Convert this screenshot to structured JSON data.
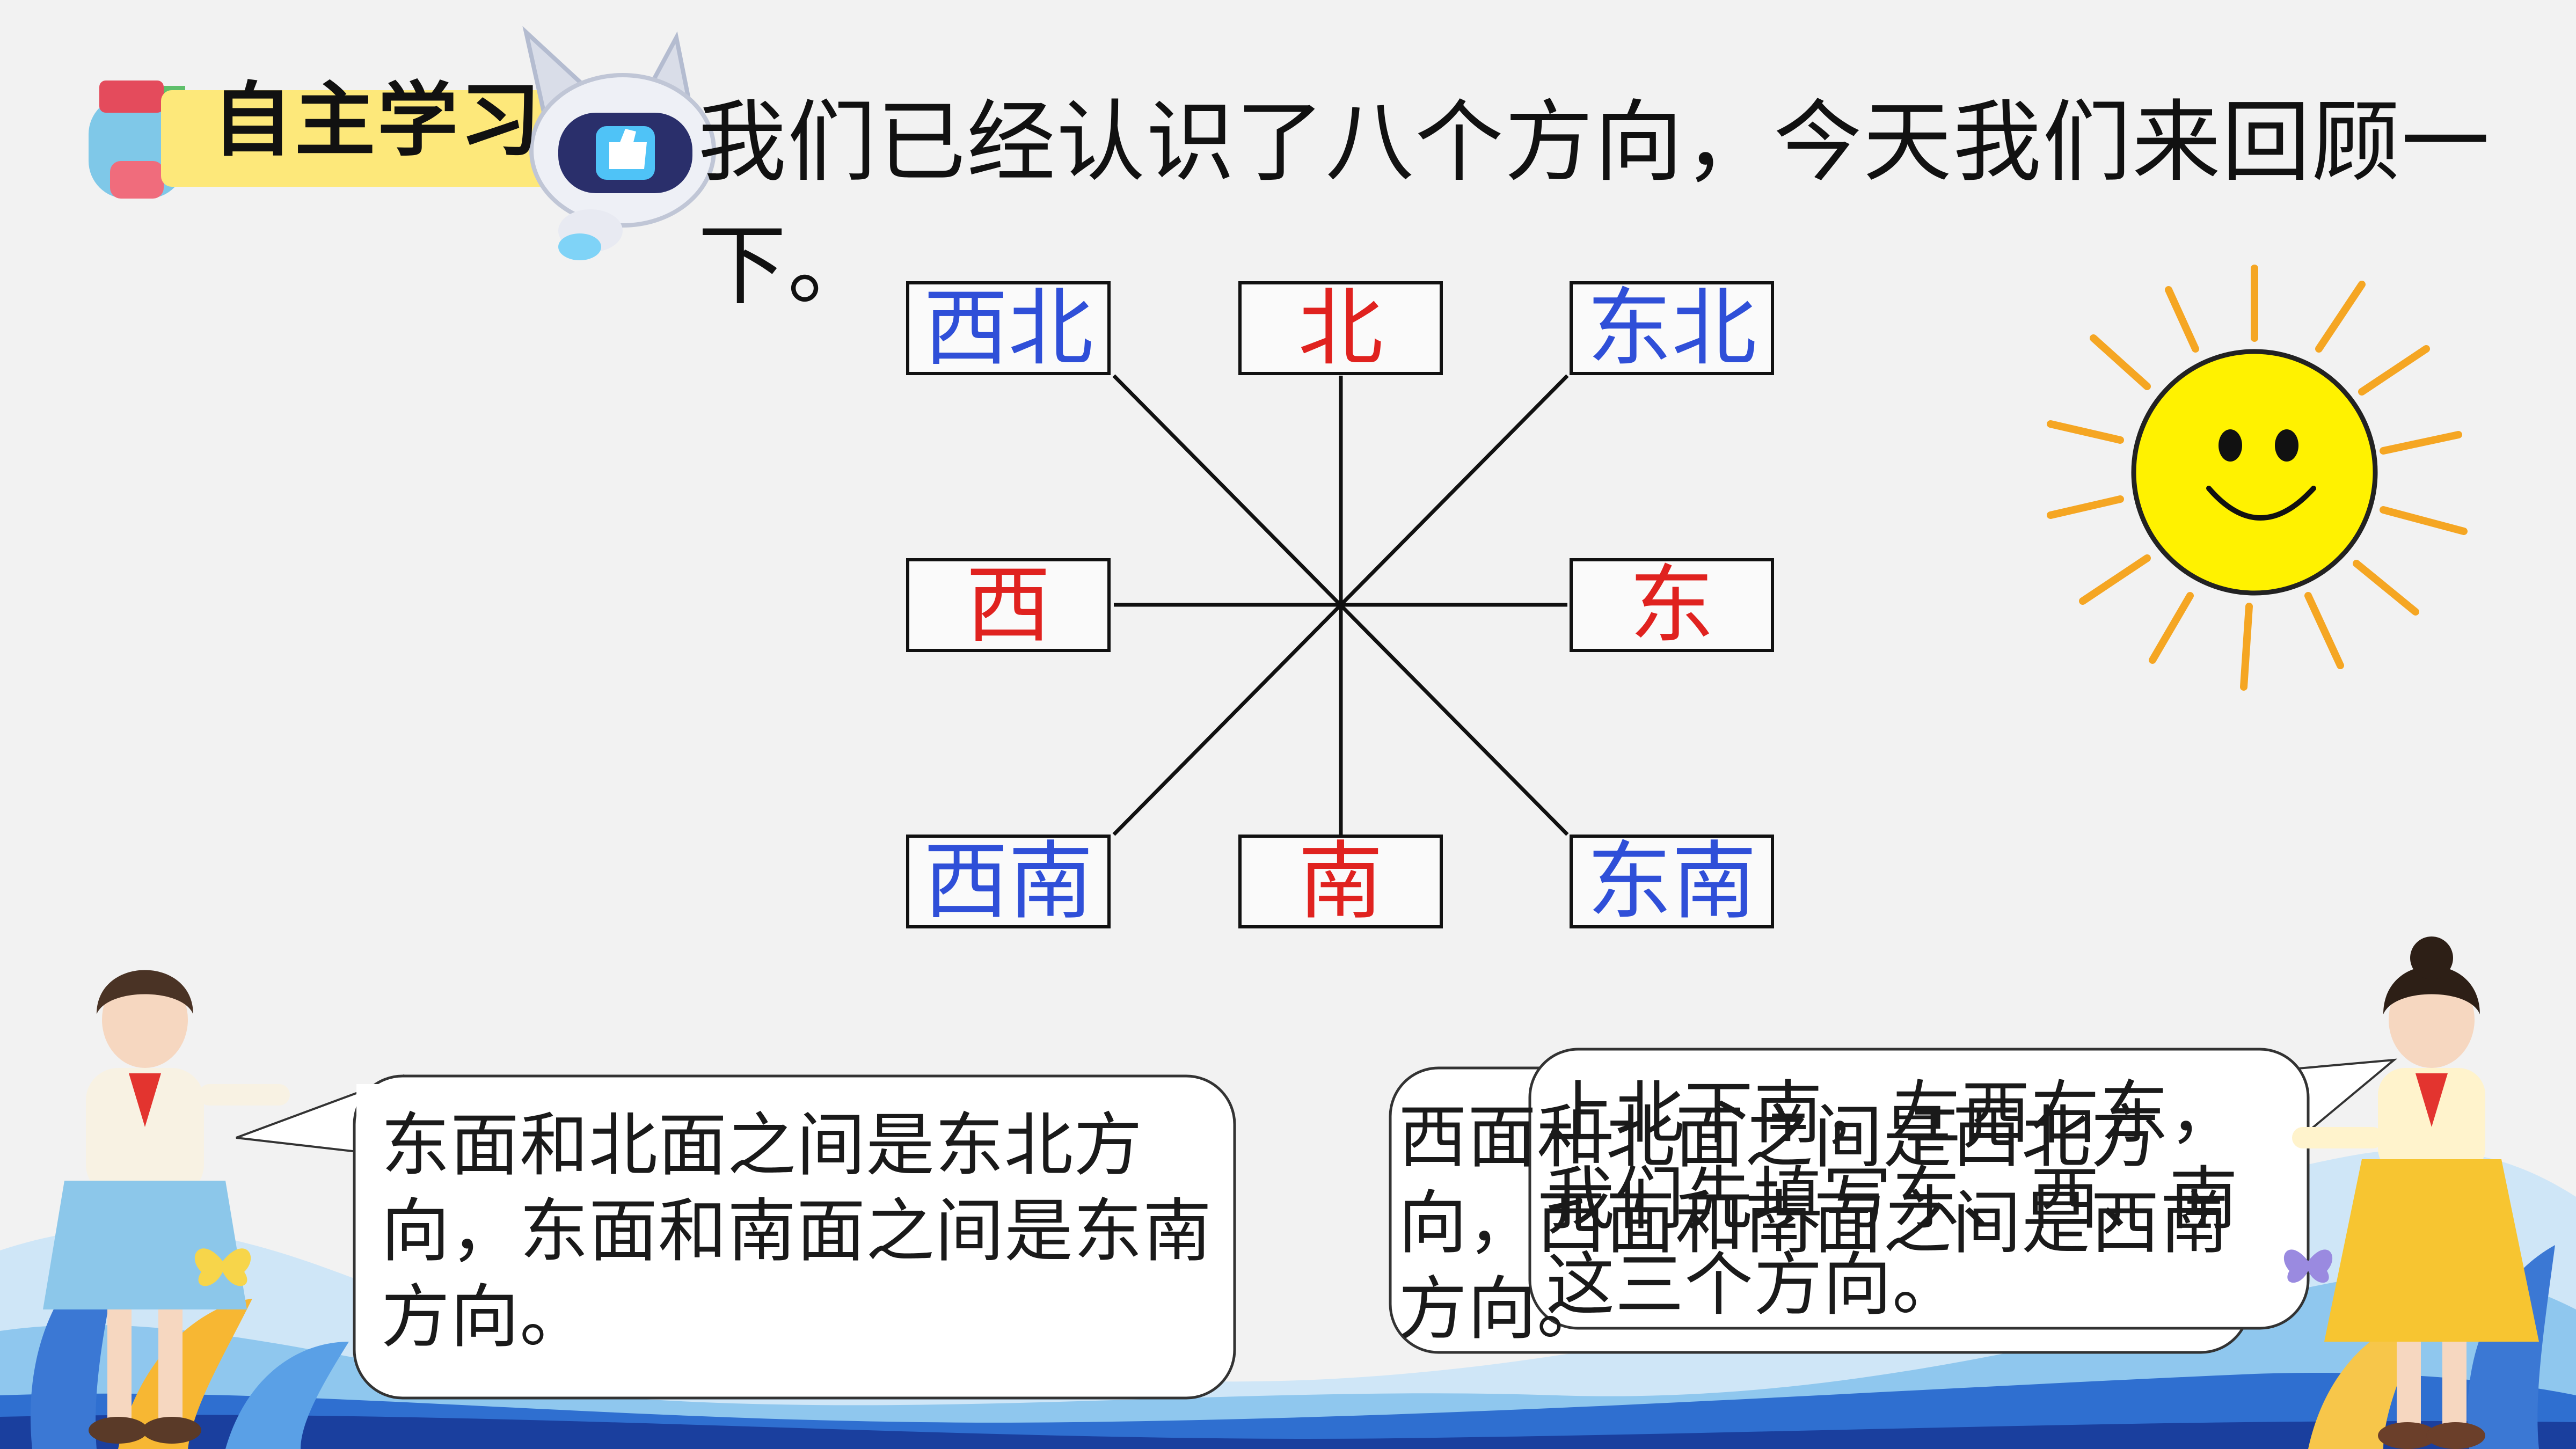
{
  "header": {
    "badge_label": "自主学习",
    "intro_text": "我们已经认识了八个方向，今天我们来回顾一下。"
  },
  "compass": {
    "northwest": "西北",
    "north": "北",
    "northeast": "东北",
    "west": "西",
    "east": "东",
    "southwest": "西南",
    "south": "南",
    "southeast": "东南"
  },
  "bubbles": {
    "left_text": "东面和北面之间是东北方向，东面和南面之间是东南方向。",
    "right_back_text": "西面和北面之间是西北方向，西面和南面之间是西南方向。",
    "right_front_text": "上北下南，左西右东，我们先填写东、西、南这三个方向。"
  },
  "colors": {
    "blue_label": "#2f4fd8",
    "red_label": "#e0221f",
    "badge_yellow": "#fde87a",
    "sun_yellow": "#fff200",
    "ray_orange": "#f5a623"
  }
}
